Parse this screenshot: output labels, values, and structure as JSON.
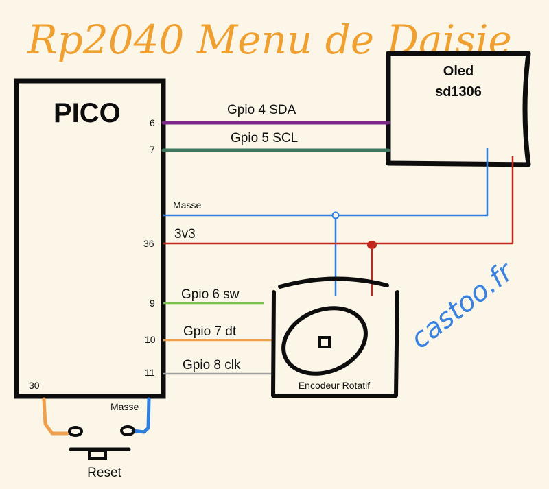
{
  "title": "Rp2040 Menu de Daisie",
  "pico": {
    "label": "PICO",
    "pins": {
      "p6": "6",
      "p7": "7",
      "p36": "36",
      "p9": "9",
      "p10": "10",
      "p11": "11",
      "p30": "30"
    }
  },
  "oled": {
    "line1": "Oled",
    "line2": "sd1306"
  },
  "wires": {
    "sda": {
      "label": "Gpio 4 SDA",
      "color": "#7a2a86"
    },
    "scl": {
      "label": "Gpio 5 SCL",
      "color": "#3e7660"
    },
    "masse": {
      "label": "Masse",
      "color": "#2f7fe0"
    },
    "v33": {
      "label": "3v3",
      "color": "#c0281e"
    },
    "sw": {
      "label": "Gpio 6 sw",
      "color": "#7bc04a"
    },
    "dt": {
      "label": "Gpio 7 dt",
      "color": "#f0a04c"
    },
    "clk": {
      "label": "Gpio 8 clk",
      "color": "#a0a0a0"
    }
  },
  "encoder": {
    "label": "Encodeur Rotatif"
  },
  "reset": {
    "label": "Reset",
    "masse_label": "Masse"
  },
  "signature": "castoo.fr",
  "colors": {
    "title": "#f0a030",
    "signature": "#3a82e0",
    "ink": "#0d0d0d"
  }
}
